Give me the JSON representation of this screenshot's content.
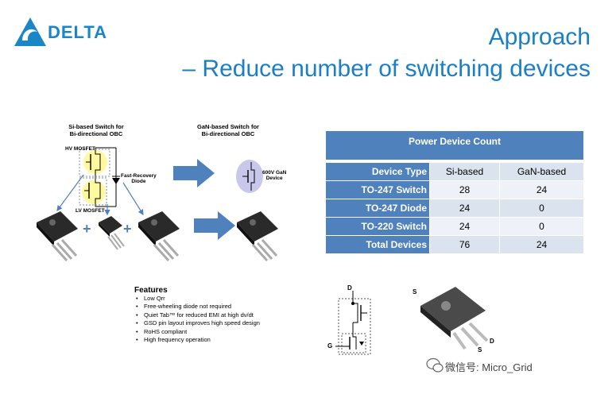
{
  "brand": {
    "name": "DELTA",
    "color": "#1a86c8"
  },
  "title": {
    "line1": "Approach",
    "line2": "– Reduce number of switching devices",
    "color": "#1a7fc4"
  },
  "diagram": {
    "si_caption_1": "Si-based Switch for",
    "si_caption_2": "Bi-directional OBC",
    "gan_caption_1": "GaN-based Switch for",
    "gan_caption_2": "Bi-directional OBC",
    "hv_mosfet": "HV MOSFET",
    "lv_mosfet": "LV MOSFET",
    "fast_recovery_1": "Fast-Recovery",
    "fast_recovery_2": "Diode",
    "gan_device_1": "600V GaN",
    "gan_device_2": "Device"
  },
  "table": {
    "title": "Power Device Count",
    "columns": [
      "Device Type",
      "Si-based",
      "GaN-based"
    ],
    "rows": [
      {
        "label": "TO-247 Switch",
        "si": "28",
        "gan": "24"
      },
      {
        "label": "TO-247 Diode",
        "si": "24",
        "gan": "0"
      },
      {
        "label": "TO-220 Switch",
        "si": "24",
        "gan": "0"
      },
      {
        "label": "Total Devices",
        "si": "76",
        "gan": "24"
      }
    ],
    "header_color": "#4f81bd"
  },
  "features": {
    "title": "Features",
    "items": [
      "Low Qrr",
      "Free-wheeling diode not required",
      "Quiet Tab™ for reduced EMI at high dv/dt",
      "GSD pin layout improves high speed design",
      "RoHS compliant",
      "High frequency operation"
    ]
  },
  "schematic": {
    "d": "D",
    "g": "G"
  },
  "package": {
    "s1": "S",
    "s2": "S",
    "d": "D"
  },
  "watermark": "微信号: Micro_Grid"
}
